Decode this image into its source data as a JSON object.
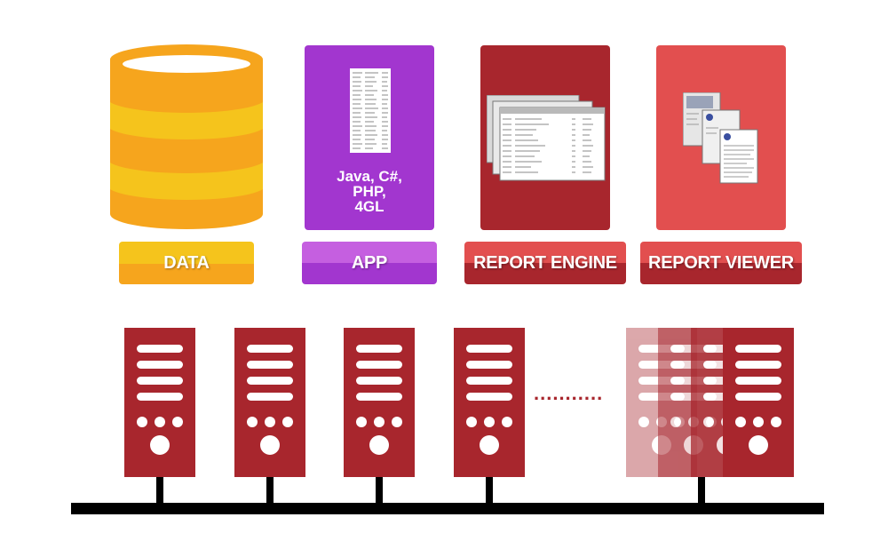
{
  "cards": {
    "data_label": "DATA",
    "app_label": "APP",
    "app_languages": [
      "Java, C#,",
      "PHP,",
      "4GL"
    ],
    "engine_label": "REPORT ENGINE",
    "viewer_label": "REPORT VIEWER"
  },
  "colors": {
    "data_orange": "#f6a51d",
    "data_yellow": "#f5c41c",
    "app_purple": "#a236cf",
    "engine_red": "#a8262d",
    "viewer_red": "#e24f4f",
    "server_red": "#a8262d",
    "bus_black": "#000000"
  },
  "servers": {
    "count_visible": 5,
    "ellipsis": "..........."
  },
  "icons": [
    "database-icon",
    "source-code-document-icon",
    "report-pages-icon",
    "report-viewer-icon",
    "server-icon"
  ]
}
